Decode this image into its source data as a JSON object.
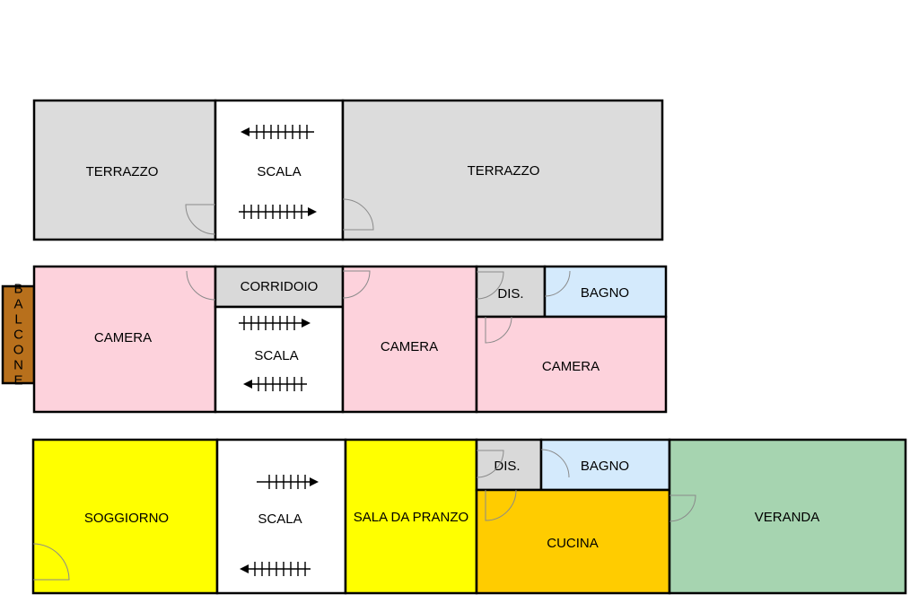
{
  "floors": {
    "top": {
      "terrazzo_left": "TERRAZZO",
      "scala": "SCALA",
      "terrazzo_right": "TERRAZZO"
    },
    "middle": {
      "balcone": "BALCONE",
      "camera_left": "CAMERA",
      "corridoio": "CORRIDOIO",
      "scala": "SCALA",
      "camera_center": "CAMERA",
      "dis": "DIS.",
      "bagno": "BAGNO",
      "camera_right": "CAMERA"
    },
    "bottom": {
      "soggiorno": "SOGGIORNO",
      "scala": "SCALA",
      "sala_da_pranzo": "SALA DA PRANZO",
      "dis": "DIS.",
      "bagno": "BAGNO",
      "cucina": "CUCINA",
      "veranda": "VERANDA"
    }
  },
  "colors": {
    "terrace": "#dcdcdc",
    "stair": "#ffffff",
    "bedroom": "#fdd2dc",
    "bath": "#d4eafc",
    "hall": "#d9d9d9",
    "living": "#ffff00",
    "kitchen": "#ffcc00",
    "veranda": "#a6d4b0",
    "balcony": "#b8701c"
  }
}
